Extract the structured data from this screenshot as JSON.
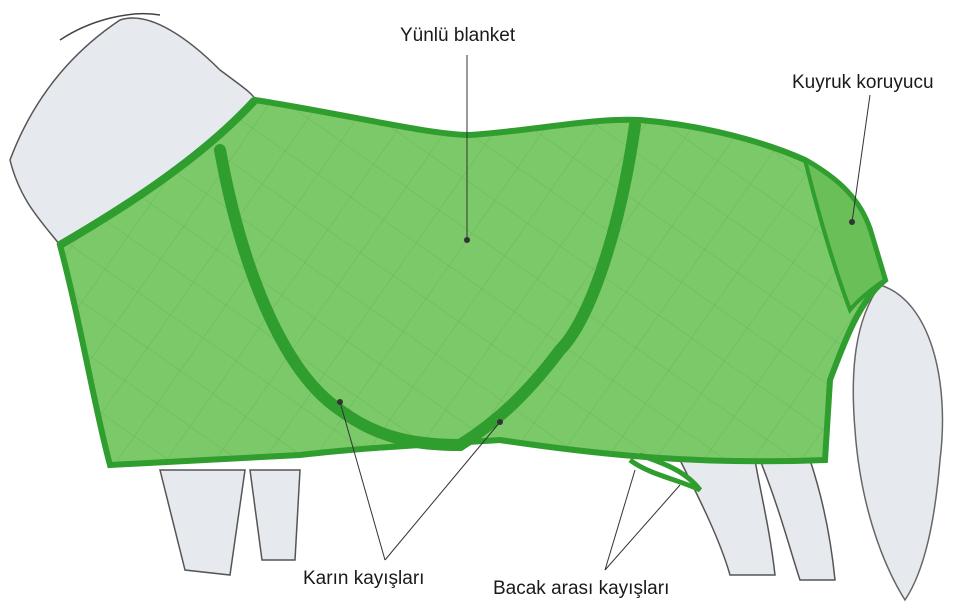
{
  "labels": {
    "blanket": "Yünlü blanket",
    "tail_guard": "Kuyruk koruyucu",
    "belly_straps": "Karın kayışları",
    "leg_straps": "Bacak arası kayışları"
  },
  "colors": {
    "blanket_fill": "#7cc96a",
    "blanket_dark": "#3fae3a",
    "binding": "#2f9e2f",
    "horse_sketch": "#e8ecef",
    "leader_line": "#333333"
  },
  "icons": {
    "horse": "horse-blanket-illustration"
  }
}
